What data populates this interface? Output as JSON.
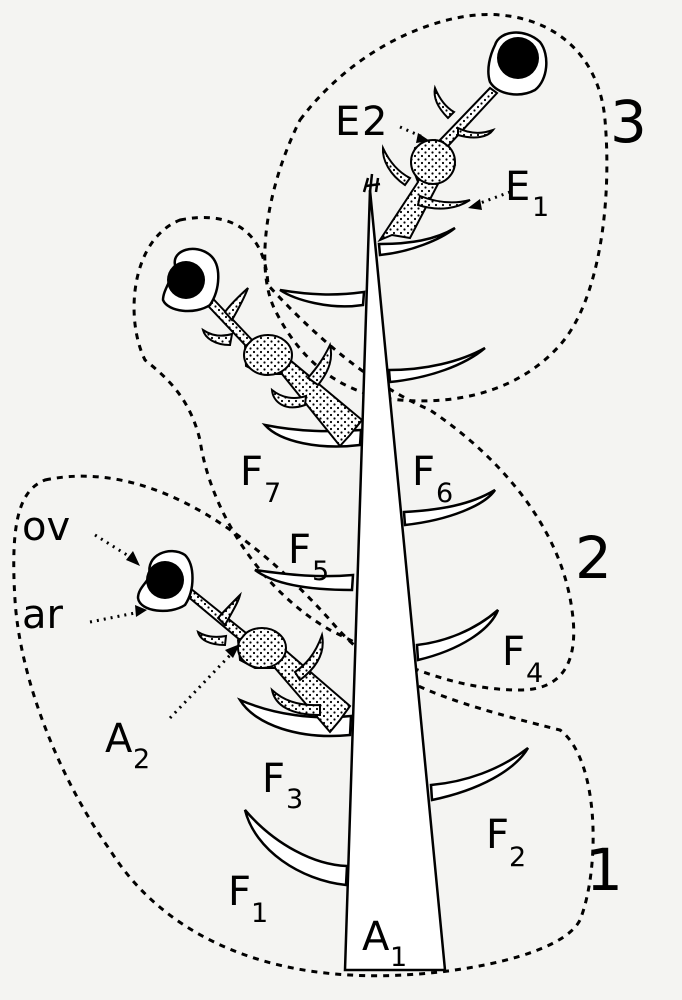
{
  "labels": {
    "zone1": "1",
    "zone2": "2",
    "zone3": "3",
    "ov": "ov",
    "ar": "ar",
    "A": "A",
    "A2_sub": "2",
    "A1_sub": "1",
    "E": "E",
    "E2_sub": "2",
    "E1_sub": "1",
    "F": "F",
    "F1_sub": "1",
    "F2_sub": "2",
    "F3_sub": "3",
    "F4_sub": "4",
    "F5_sub": "5",
    "F6_sub": "6",
    "F7_sub": "7"
  }
}
